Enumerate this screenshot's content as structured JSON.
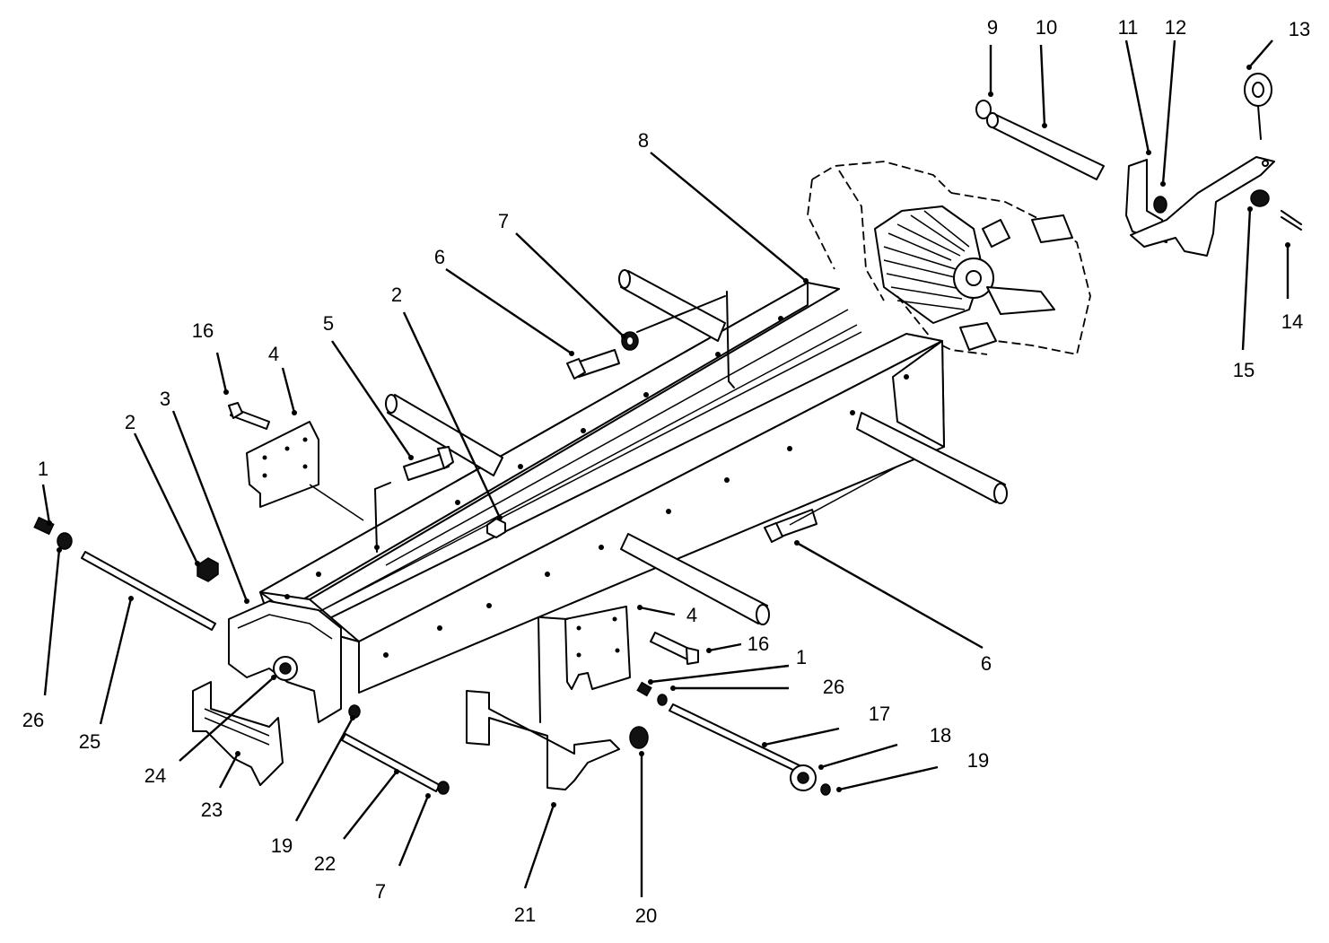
{
  "callouts": {
    "c1a": "1",
    "c1b": "1",
    "c2a": "2",
    "c2b": "2",
    "c3": "3",
    "c4a": "4",
    "c4b": "4",
    "c5": "5",
    "c6a": "6",
    "c6b": "6",
    "c7a": "7",
    "c7b": "7",
    "c8": "8",
    "c9": "9",
    "c10": "10",
    "c11": "11",
    "c12": "12",
    "c13": "13",
    "c14": "14",
    "c15": "15",
    "c16a": "16",
    "c16b": "16",
    "c17": "17",
    "c18": "18",
    "c19a": "19",
    "c19b": "19",
    "c20": "20",
    "c21": "21",
    "c22": "22",
    "c23": "23",
    "c24": "24",
    "c25": "25",
    "c26a": "26",
    "c26b": "26"
  }
}
